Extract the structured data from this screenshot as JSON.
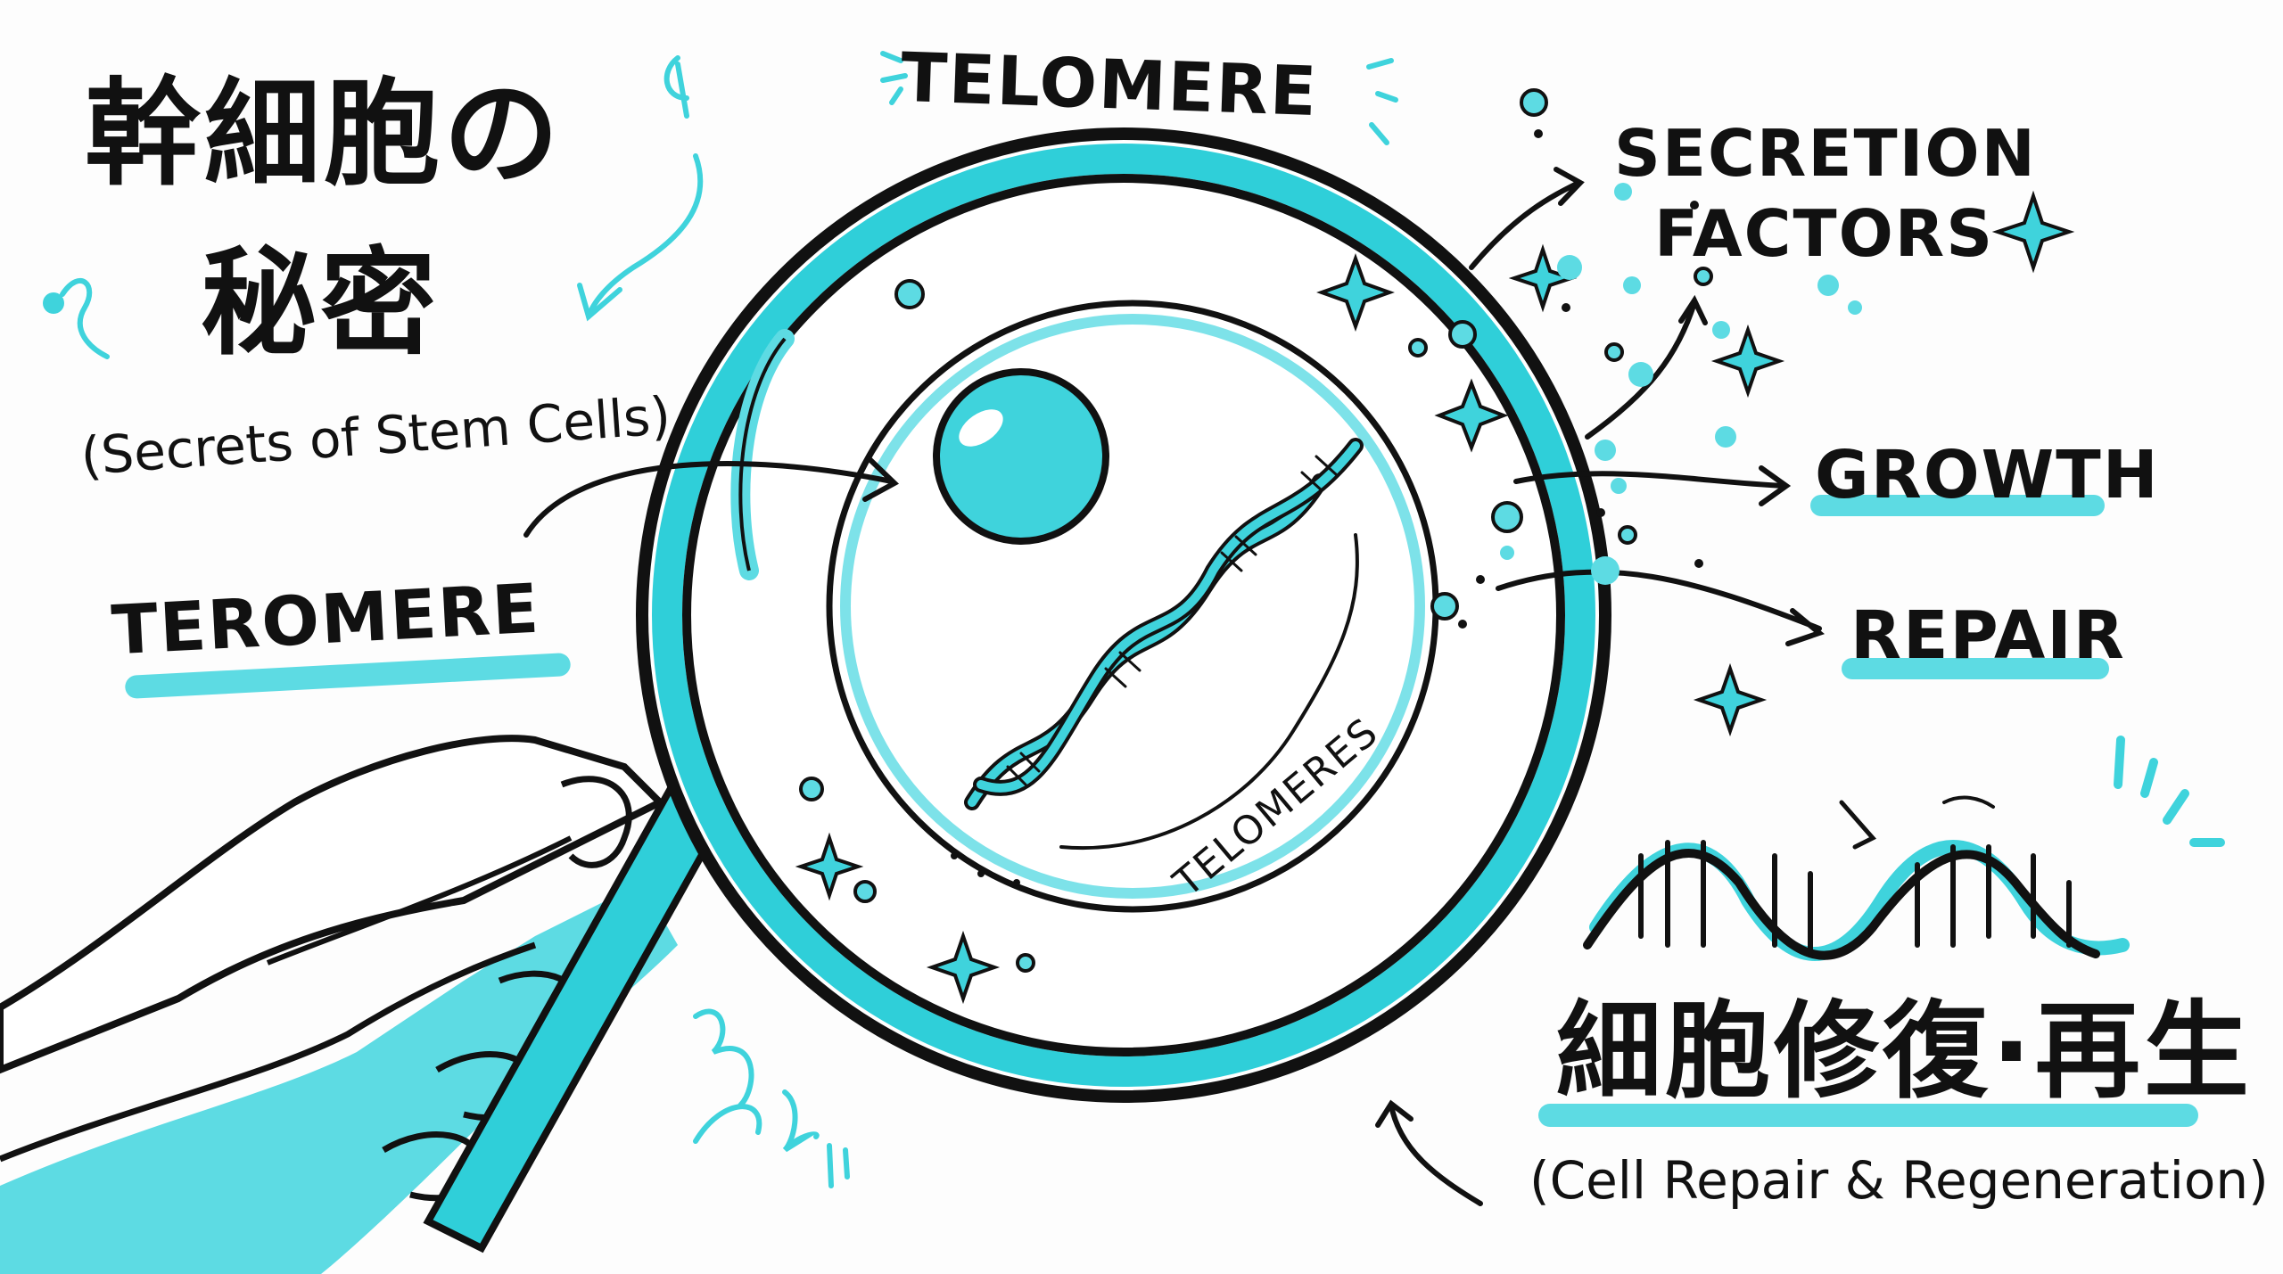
{
  "title": {
    "line1": "幹細胞の",
    "line2": "秘密",
    "subtitle": "(Secrets of Stem Cells)"
  },
  "labels": {
    "top": "TELOMERE",
    "left": "TEROMERE",
    "inside": "TELOMERES",
    "secretion_line1": "SECRETION",
    "secretion_line2": "FACTORS",
    "growth": "GROWTH",
    "repair": "REPAIR"
  },
  "footer": {
    "jp": "細胞修復·再生",
    "en": "(Cell Repair & Regeneration)"
  },
  "colors": {
    "accent": "#2fcfd9",
    "accent_light": "#5ddbe3",
    "ink": "#111111",
    "background": "#fdfdfd"
  },
  "icons": [
    "magnifying-glass",
    "hand",
    "cell-nucleus",
    "dna-helix",
    "sparkle",
    "bubble",
    "arrow"
  ]
}
